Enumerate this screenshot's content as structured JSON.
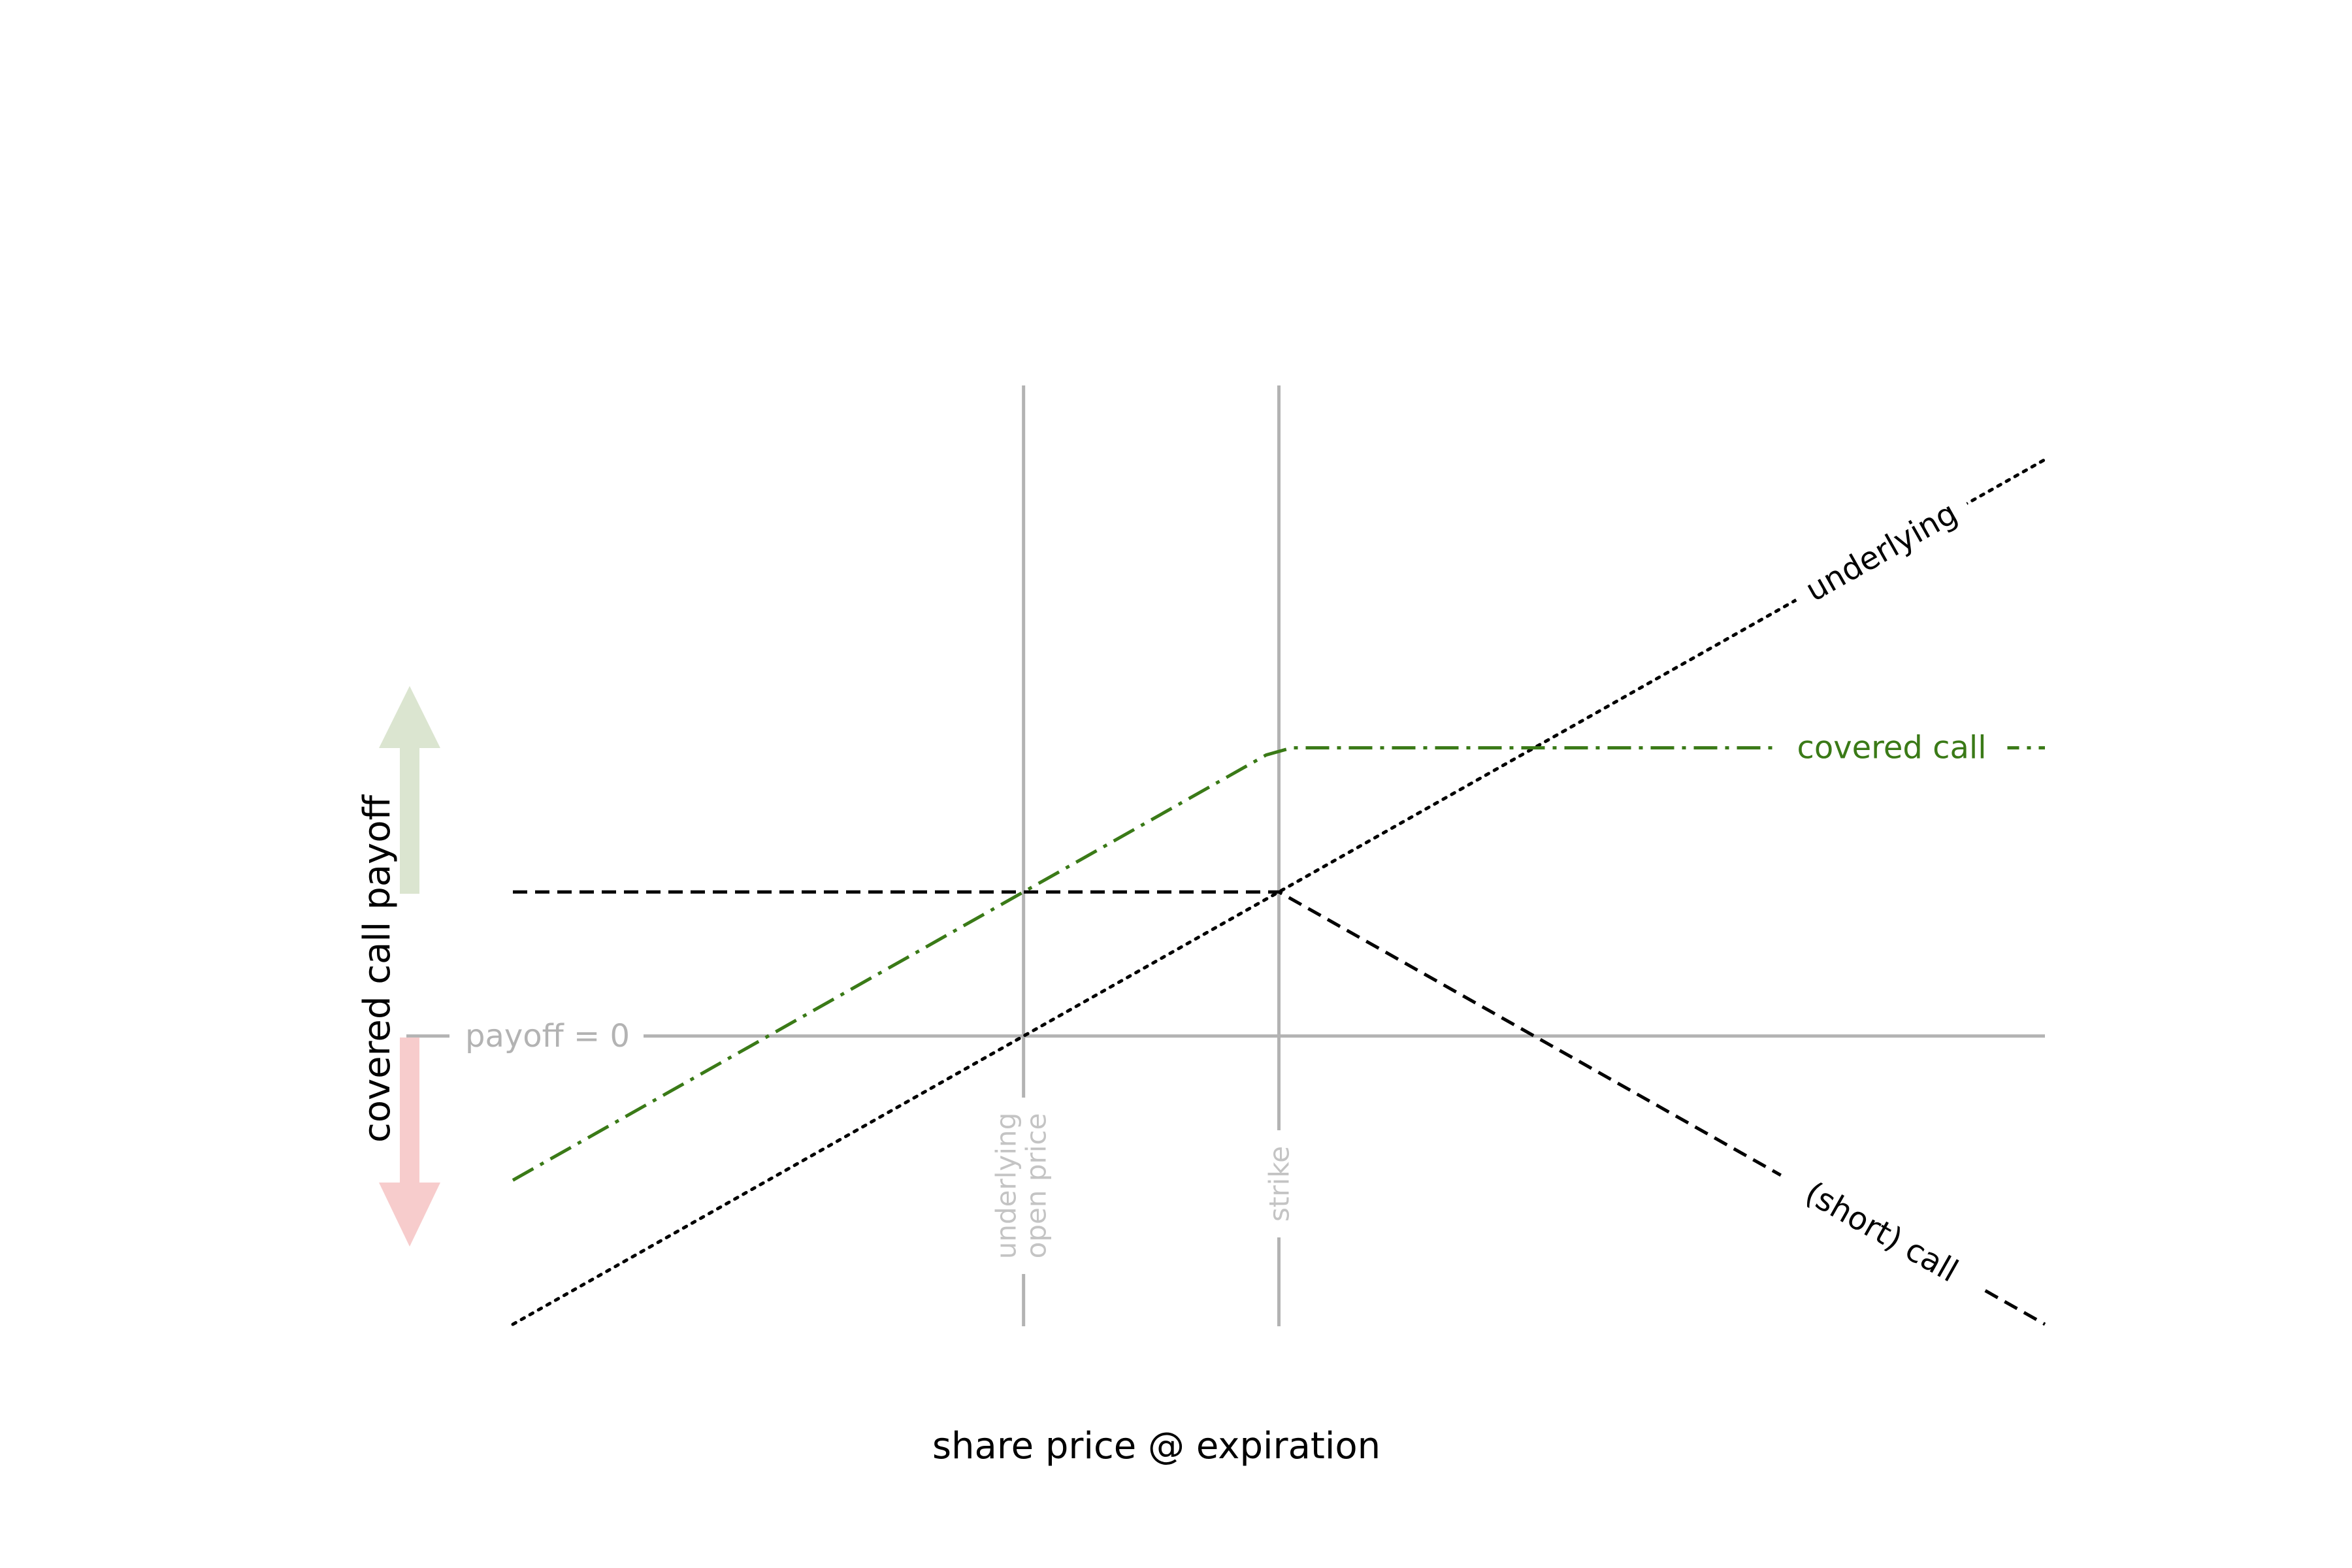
{
  "chart_data": {
    "type": "line",
    "title": "",
    "xlabel": "share price @ expiration",
    "ylabel": "covered call payoff",
    "xlim": [
      0,
      6
    ],
    "ylim": [
      -2,
      3
    ],
    "grid": false,
    "legend": "none",
    "zero_line": {
      "y": 0,
      "label": "payoff = 0"
    },
    "reference_lines": [
      {
        "name": "underlying-open-price",
        "x": 2,
        "label": "underlying\nopen price"
      },
      {
        "name": "strike",
        "x": 3,
        "label": "strike"
      }
    ],
    "series": [
      {
        "name": "underlying",
        "color": "#000000",
        "dash": "dotted",
        "points": [
          [
            0,
            -2
          ],
          [
            6,
            4
          ]
        ],
        "label_at_x": 5.36
      },
      {
        "name": "(short) call",
        "color": "#000000",
        "dash": "dashed",
        "points": [
          [
            0,
            1
          ],
          [
            3,
            1
          ],
          [
            6,
            -2
          ]
        ],
        "label_at_x": 5.36
      },
      {
        "name": "covered call",
        "color": "#3a7a17",
        "dash": "dashdot",
        "points": [
          [
            0,
            -1
          ],
          [
            2.95,
            1.95
          ],
          [
            3.05,
            2
          ],
          [
            6,
            2
          ]
        ],
        "label_at_x": 5.4
      }
    ],
    "arrows": [
      {
        "name": "gain-arrow",
        "direction": "up",
        "color": "#dbe5d0"
      },
      {
        "name": "loss-arrow",
        "direction": "down",
        "color": "#f7cccc"
      }
    ]
  },
  "colors": {
    "reference": "#b3b3b3",
    "reference_label": "#c4c4c4"
  }
}
